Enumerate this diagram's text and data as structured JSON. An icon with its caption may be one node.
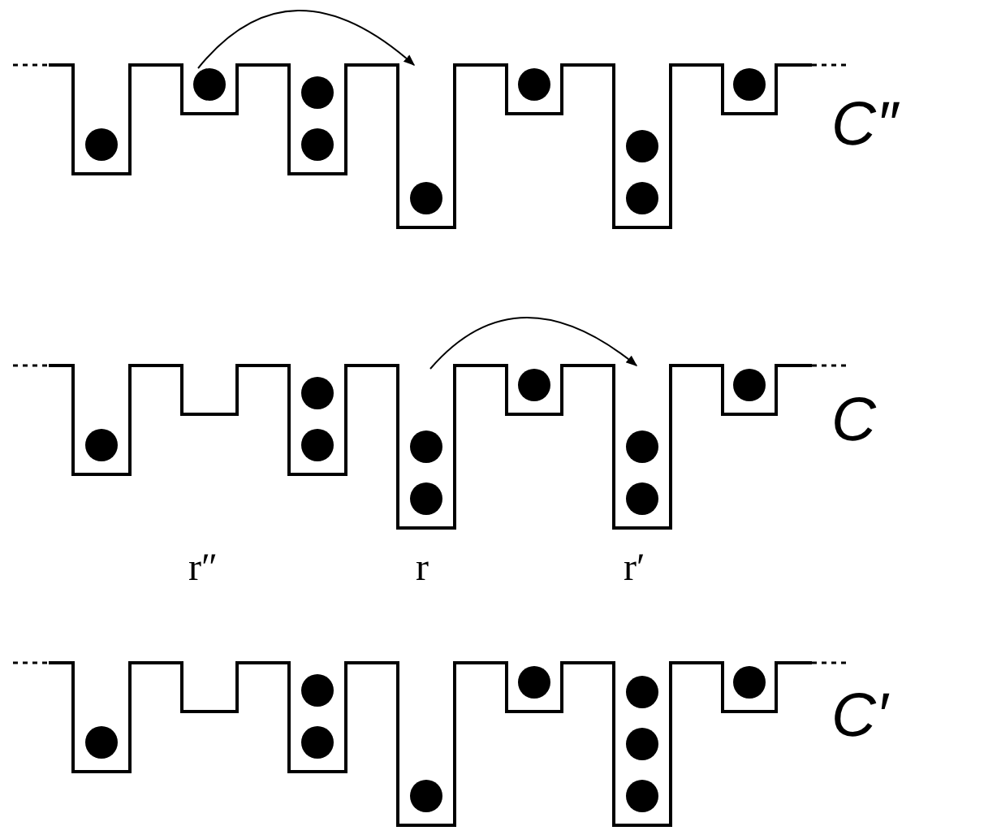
{
  "diagram": {
    "labels": [
      "C″",
      "C",
      "r″",
      "r",
      "r′",
      "C′"
    ]
  }
}
